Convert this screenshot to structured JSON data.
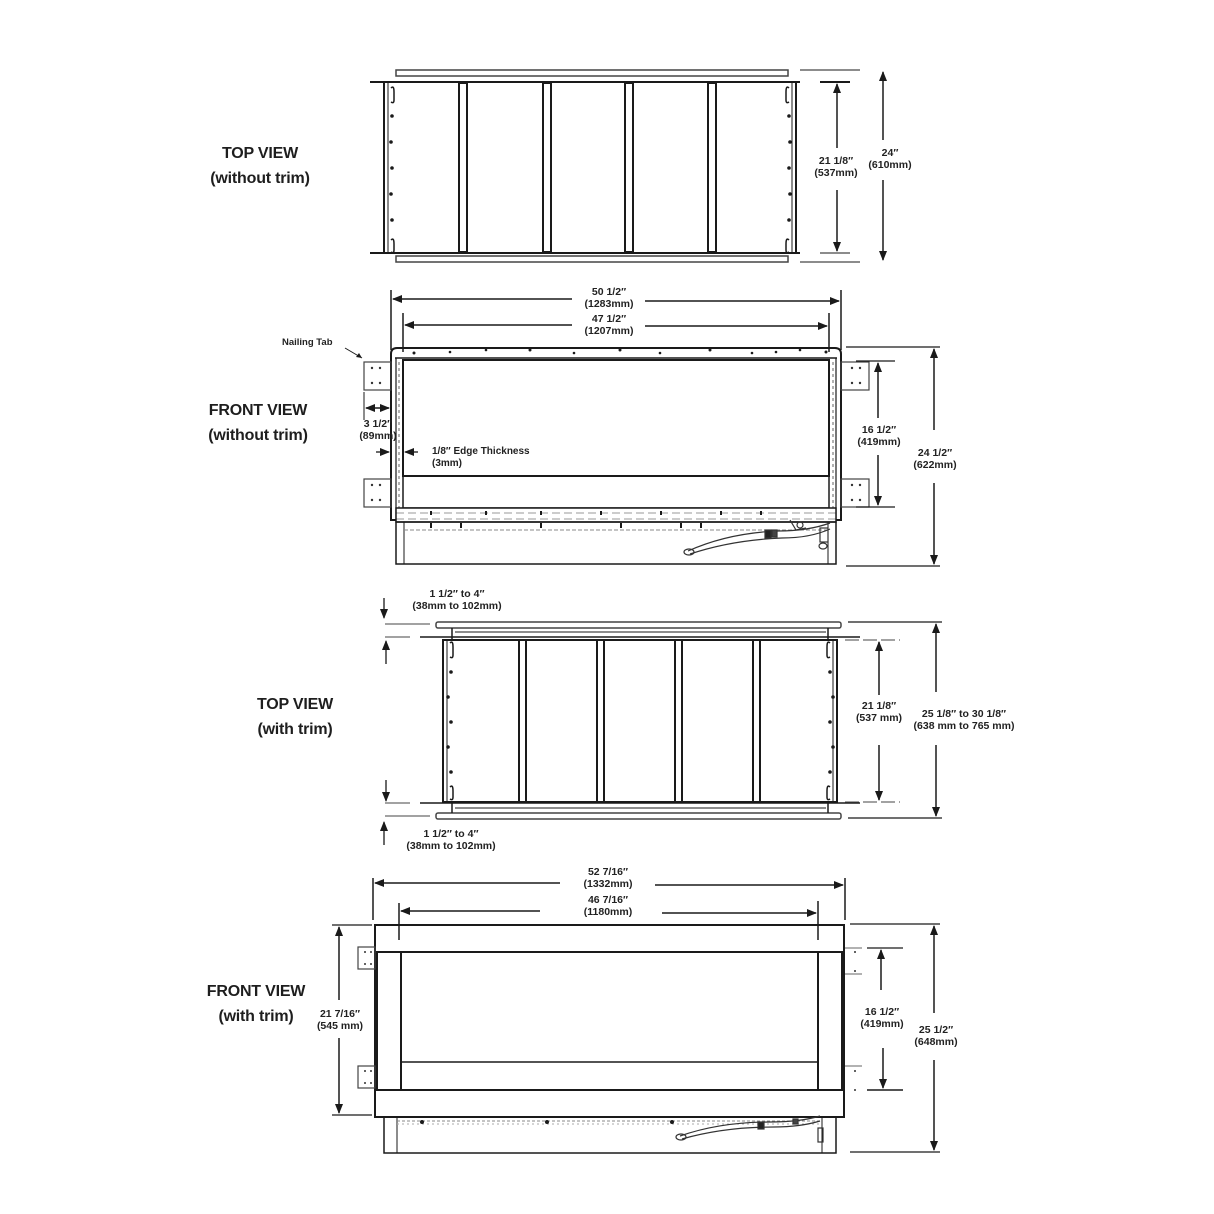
{
  "views": [
    {
      "id": "top-without-trim",
      "title": "TOP VIEW",
      "subtitle": "(without trim)"
    },
    {
      "id": "front-without-trim",
      "title": "FRONT VIEW",
      "subtitle": "(without trim)"
    },
    {
      "id": "top-with-trim",
      "title": "TOP VIEW",
      "subtitle": "(with trim)"
    },
    {
      "id": "front-with-trim",
      "title": "FRONT VIEW",
      "subtitle": "(with trim)"
    }
  ],
  "dimensions": {
    "top_without_trim": {
      "inner_depth": {
        "imperial": "21 1/8″",
        "metric": "(537mm)"
      },
      "overall_depth": {
        "imperial": "24″",
        "metric": "(610mm)"
      }
    },
    "front_without_trim": {
      "overall_width": {
        "imperial": "50 1/2″",
        "metric": "(1283mm)"
      },
      "inner_width": {
        "imperial": "47 1/2″",
        "metric": "(1207mm)"
      },
      "nailing_tab_width": {
        "imperial": "3 1/2″",
        "metric": "(89mm)"
      },
      "edge_thickness": {
        "imperial": "1/8″ Edge Thickness",
        "metric": "(3mm)"
      },
      "opening_height": {
        "imperial": "16 1/2″",
        "metric": "(419mm)"
      },
      "overall_height": {
        "imperial": "24 1/2″",
        "metric": "(622mm)"
      }
    },
    "top_with_trim": {
      "trim_offset_top": {
        "imperial": "1 1/2″ to 4″",
        "metric": "(38mm to 102mm)"
      },
      "trim_offset_bottom": {
        "imperial": "1 1/2″ to 4″",
        "metric": "(38mm to 102mm)"
      },
      "inner_depth": {
        "imperial": "21 1/8″",
        "metric": "(537 mm)"
      },
      "overall_depth": {
        "imperial": "25 1/8″ to 30 1/8″",
        "metric": "(638 mm to 765 mm)"
      }
    },
    "front_with_trim": {
      "overall_width": {
        "imperial": "52 7/16″",
        "metric": "(1332mm)"
      },
      "inner_width": {
        "imperial": "46 7/16″",
        "metric": "(1180mm)"
      },
      "trim_height": {
        "imperial": "21 7/16″",
        "metric": "(545 mm)"
      },
      "opening_height": {
        "imperial": "16 1/2″",
        "metric": "(419mm)"
      },
      "overall_height": {
        "imperial": "25 1/2″",
        "metric": "(648mm)"
      }
    }
  },
  "annotations": {
    "nailing_tab": "Nailing Tab"
  },
  "colors": {
    "line": "#1a1a1a",
    "light_line": "#6a6a6a",
    "background": "#ffffff"
  }
}
